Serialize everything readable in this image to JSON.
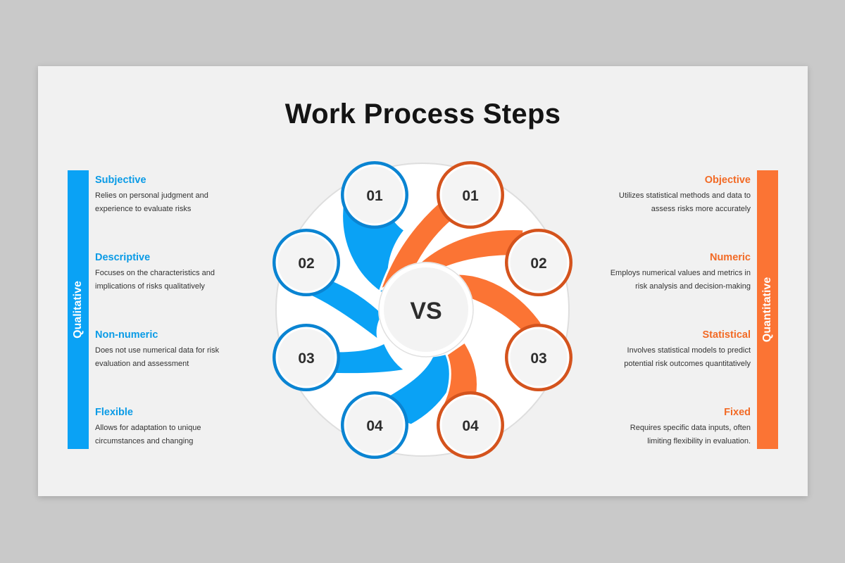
{
  "title": "Work Process Steps",
  "center_label": "VS",
  "colors": {
    "qualitative": "#0aa2f5",
    "quantitative": "#fb7434"
  },
  "left": {
    "heading": "Qualitative",
    "items": [
      {
        "num": "01",
        "title": "Subjective",
        "desc1": "Relies on personal judgment and",
        "desc2": "experience to evaluate risks"
      },
      {
        "num": "02",
        "title": "Descriptive",
        "desc1": "Focuses on the characteristics and",
        "desc2": "implications of risks qualitatively"
      },
      {
        "num": "03",
        "title": "Non-numeric",
        "desc1": "Does not use numerical data for risk",
        "desc2": "evaluation and assessment"
      },
      {
        "num": "04",
        "title": "Flexible",
        "desc1": "Allows for adaptation to unique",
        "desc2": "circumstances and changing"
      }
    ]
  },
  "right": {
    "heading": "Quantitative",
    "items": [
      {
        "num": "01",
        "title": "Objective",
        "desc1": "Utilizes statistical methods and data to",
        "desc2": "assess risks more accurately"
      },
      {
        "num": "02",
        "title": "Numeric",
        "desc1": "Employs numerical values and metrics in",
        "desc2": "risk analysis and decision-making"
      },
      {
        "num": "03",
        "title": "Statistical",
        "desc1": "Involves statistical models to predict",
        "desc2": "potential risk outcomes quantitatively"
      },
      {
        "num": "04",
        "title": "Fixed",
        "desc1": "Requires specific data inputs, often",
        "desc2": "limiting flexibility in evaluation."
      }
    ]
  }
}
